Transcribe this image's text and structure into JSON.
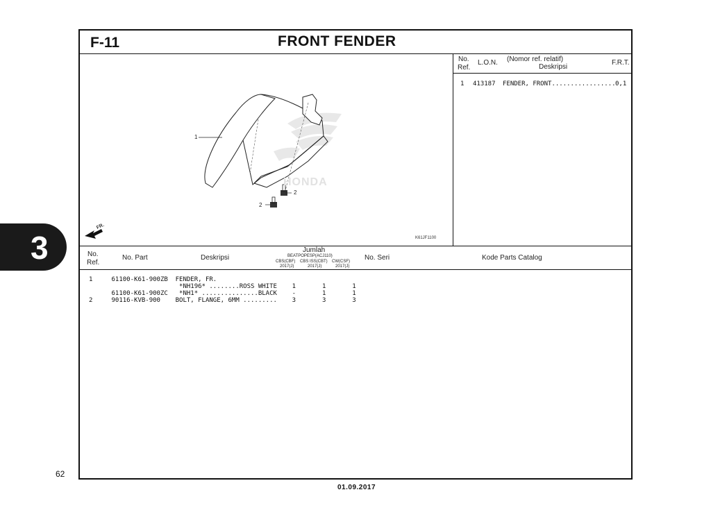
{
  "section": {
    "code": "F-11",
    "title": "FRONT FENDER",
    "tab_number": "3"
  },
  "illustration": {
    "callouts": [
      "1",
      "2",
      "2"
    ],
    "direction_label": "FR.",
    "figure_code": "K61JF1100",
    "watermark": "HONDA"
  },
  "ref_table": {
    "headers": {
      "no": "No.",
      "ref": "Ref.",
      "lon": "L.O.N.",
      "nomor": "(Nomor ref. relatif)",
      "deskripsi": "Deskripsi",
      "frt": "F.R.T."
    },
    "rows": [
      {
        "no": "1",
        "lon": "413187",
        "desc": "FENDER, FRONT.................",
        "frt": "0,1"
      }
    ]
  },
  "parts_table": {
    "headers": {
      "no": "No.",
      "ref": "Ref.",
      "part": "No. Part",
      "deskripsi": "Deskripsi",
      "jumlah": "Jumlah",
      "models": "BEATPOPESP(ACJ110)",
      "col1": "CBS(CBF)",
      "col2": "CBS ISS(CBT)",
      "col3": "CW(CSF)",
      "year1": "2017(J)",
      "year2": "2017(J)",
      "year3": "2017(J)",
      "seri": "No. Seri",
      "catalog": "Kode Parts Catalog"
    },
    "lines": [
      "1     61100-K61-900ZB  FENDER, FR.",
      "                        *NH196* ........ROSS WHITE    1       1       1",
      "      61100-K61-900ZC   *NH1* ...............BLACK    -       1       1",
      "2     90116-KVB-900    BOLT, FLANGE, 6MM .........    3       3       3"
    ]
  },
  "footer": {
    "page": "62",
    "date": "01.09.2017"
  }
}
